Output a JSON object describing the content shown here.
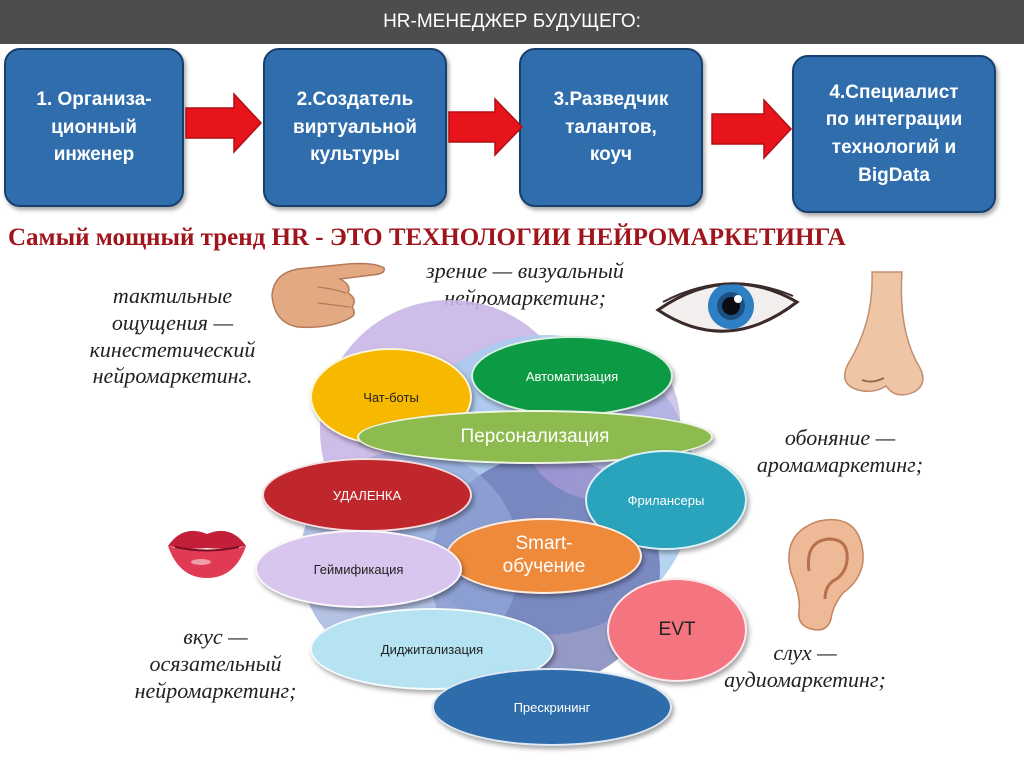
{
  "header": {
    "title": "HR-МЕНЕДЖЕР БУДУЩЕГО:"
  },
  "steps": [
    {
      "label": "1. Организа-\nционный\nинженер"
    },
    {
      "label": "2.Создатель\nвиртуальной\nкультуры"
    },
    {
      "label": "3.Разведчик\nталантов,\nкоуч"
    },
    {
      "label": "4.Специалист\nпо интеграции\nтехнологий и\nBigData"
    }
  ],
  "trend": {
    "text": "Самый мощный тренд HR  - ЭТО ТЕХНОЛОГИИ НЕЙРОМАРКЕТИНГА"
  },
  "senses": {
    "touch": "тактильные\nощущения —\nкинестетический\nнейромаркетинг.",
    "vision": "зрение — визуальный\nнейромаркетинг;",
    "smell": "обоняние —\nаромамаркетинг;",
    "taste": "вкус —\nосязательный\nнейромаркетинг;",
    "hearing": "слух —\nаудиомаркетинг;"
  },
  "bubbles": {
    "chatbots": "Чат-боты",
    "automation": "Автоматизация",
    "personalization": "Персонализация",
    "remote": "УДАЛЕНКА",
    "freelancers": "Фрилансеры",
    "smart": "Smart-\nобучение",
    "gamification": "Геймификация",
    "evt": "EVT",
    "digitalization": "Диджитализация",
    "prescreening": "Прескрининг"
  },
  "colors": {
    "header_bg": "#4d4d4d",
    "step_fill": "#2f6dad",
    "arrow": "#e8141c",
    "trend_text": "#a0141c"
  },
  "icons": [
    "hand-icon",
    "eye-icon",
    "nose-icon",
    "lips-icon",
    "ear-icon"
  ]
}
